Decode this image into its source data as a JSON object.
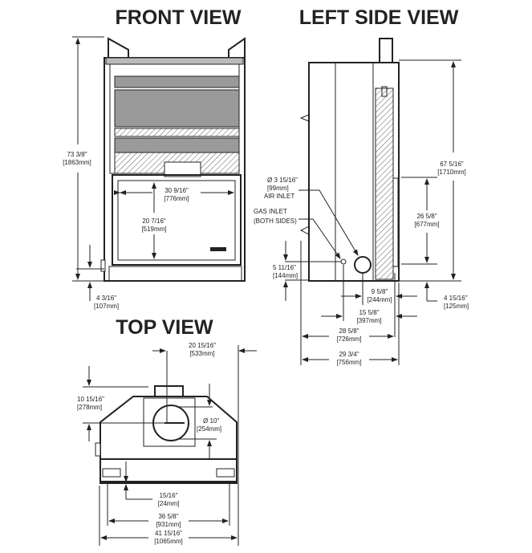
{
  "views": {
    "front": {
      "title": "FRONT VIEW",
      "dims": {
        "height_in": "73 3/8\"",
        "height_mm": "[1863mm]",
        "glass_width_in": "30 9/16\"",
        "glass_width_mm": "[776mm]",
        "glass_height_in": "20 7/16\"",
        "glass_height_mm": "[519mm]",
        "base_in": "4 3/16\"",
        "base_mm": "[107mm]"
      }
    },
    "left_side": {
      "title": "LEFT SIDE VIEW",
      "dims": {
        "height_in": "67 5/16\"",
        "height_mm": "[1710mm]",
        "panel_in": "26 5/8\"",
        "panel_mm": "[677mm]",
        "air_inlet_in": "Ø 3 15/16\"",
        "air_inlet_mm": "[99mm]",
        "air_inlet_label": "AIR INLET",
        "gas_inlet_label": "GAS INLET",
        "gas_inlet_note": "(BOTH SIDES)",
        "inlet_height_in": "5 11/16\"",
        "inlet_height_mm": "[144mm]",
        "air_offset_in": "9 5/8\"",
        "air_offset_mm": "[244mm]",
        "gas_offset_in": "15 5/8\"",
        "gas_offset_mm": "[397mm]",
        "panel_bottom_in": "4 15/16\"",
        "panel_bottom_mm": "[125mm]",
        "depth_in": "28 5/8\"",
        "depth_mm": "[726mm]",
        "overall_depth_in": "29 3/4\"",
        "overall_depth_mm": "[756mm]"
      }
    },
    "top": {
      "title": "TOP VIEW",
      "dims": {
        "flue_center_in": "20 15/16\"",
        "flue_center_mm": "[533mm]",
        "flue_depth_in": "10 15/16\"",
        "flue_depth_mm": "[278mm]",
        "flue_dia_in": "Ø 10\"",
        "flue_dia_mm": "[254mm]",
        "front_in": "15/16\"",
        "front_mm": "[24mm]",
        "inner_width_in": "36 5/8\"",
        "inner_width_mm": "[931mm]",
        "overall_width_in": "41 15/16\"",
        "overall_width_mm": "[1065mm]"
      }
    }
  }
}
